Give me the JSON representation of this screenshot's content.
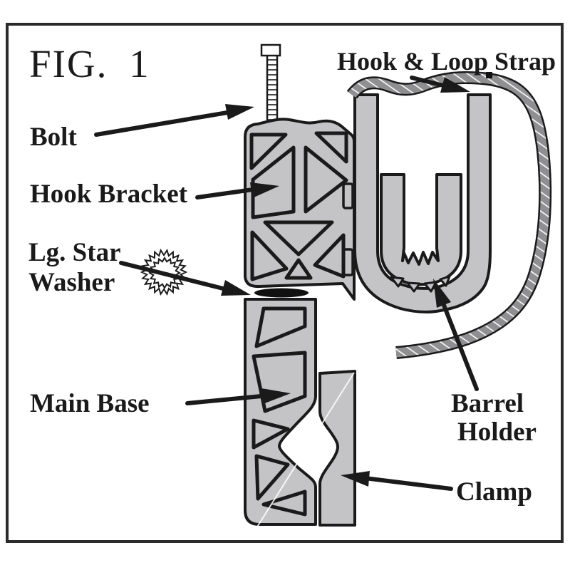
{
  "figure_label": "FIG. 1",
  "colors": {
    "part_fill": "#c4c4c6",
    "outline": "#1a1a1a",
    "strap_fill": "#8f8f91",
    "background": "#ffffff",
    "frame": "#2b2b2b"
  },
  "labels": {
    "bolt": "Bolt",
    "hook_bracket": "Hook Bracket",
    "star_washer_line1": "Lg. Star",
    "star_washer_line2": "Washer",
    "main_base": "Main Base",
    "hook_loop_strap": "Hook & Loop Strap",
    "barrel_holder_line1": "Barrel",
    "barrel_holder_line2": "Holder",
    "clamp": "Clamp"
  }
}
